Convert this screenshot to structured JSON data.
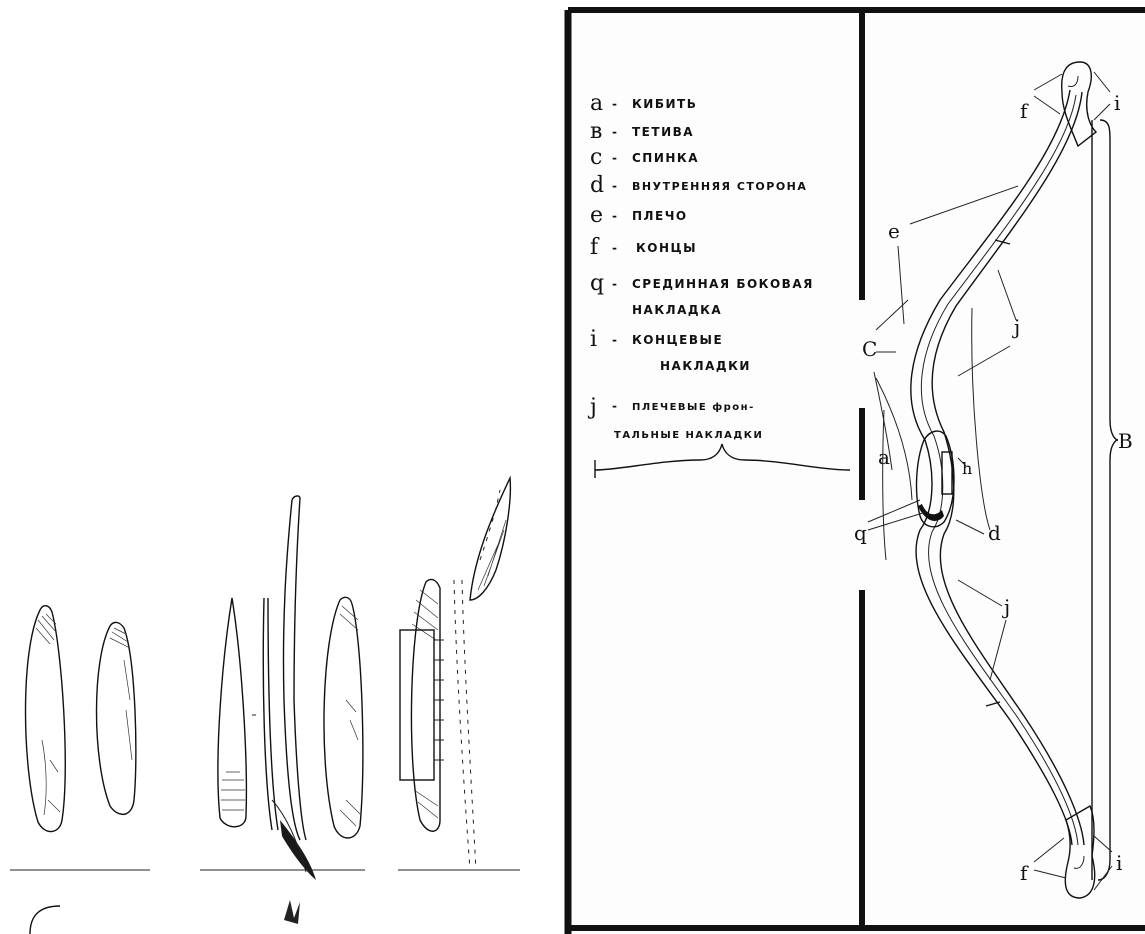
{
  "legend": {
    "items": [
      {
        "letter": "a",
        "dash": "-",
        "text": "КИБИТЬ"
      },
      {
        "letter": "в",
        "dash": "-",
        "text": "ТЕТИВА"
      },
      {
        "letter": "c",
        "dash": "-",
        "text": "СПИНКА"
      },
      {
        "letter": "d",
        "dash": "-",
        "text": "ВНУТРЕННЯЯ СТОРОНА"
      },
      {
        "letter": "e",
        "dash": "-",
        "text": "ПЛЕЧО"
      },
      {
        "letter": "f",
        "dash": "-",
        "text": "КОНЦЫ"
      },
      {
        "letter": "q",
        "dash": "-",
        "text": "СРЕДИННАЯ БОКОВАЯ",
        "text2": "НАКЛАДКА"
      },
      {
        "letter": "i",
        "dash": "-",
        "text": "КОНЦЕВЫЕ",
        "text2": "НАКЛАДКИ"
      },
      {
        "letter": "j",
        "dash": "-",
        "text": "ПЛЕЧЕВЫЕ фрон-",
        "text2": "ТАЛЬНЫЕ НАКЛАДКИ"
      }
    ]
  },
  "bow_labels": {
    "a": "a",
    "b": "B",
    "c": "C",
    "d": "d",
    "e": "e",
    "f_top": "f",
    "f_bottom": "f",
    "h": "h",
    "i_top": "i",
    "i_bottom": "i",
    "j_upper": "j",
    "j_lower": "j",
    "q": "q"
  },
  "colors": {
    "ink": "#111111",
    "paper": "#ffffff",
    "panel": "#fafafa"
  }
}
